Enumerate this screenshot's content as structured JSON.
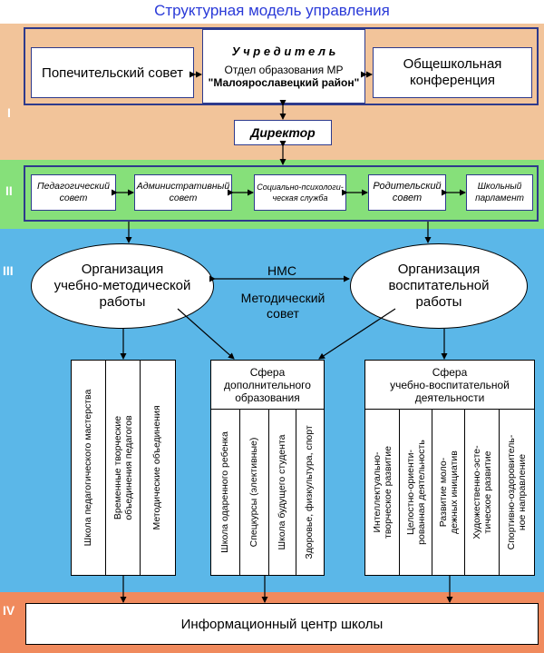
{
  "title": "Структурная модель управления",
  "levels": [
    "I",
    "II",
    "III",
    "IV"
  ],
  "level1": {
    "founder_heading": "У ч р е д и т е л ь",
    "founder_line1": "Отдел образования МР",
    "founder_line2": "\"Малоярославецкий район\"",
    "left_box": "Попечительский совет",
    "right_box": "Общешкольная\nконференция"
  },
  "director": "Директор",
  "level2": {
    "items": [
      "Педагогический\nсовет",
      "Административный\nсовет",
      "Социально-психологи-\nческая служба",
      "Родительский\nсовет",
      "Школьный\nпарламент"
    ]
  },
  "level3": {
    "left_oval": "Организация\nучебно-методической\nработы",
    "right_oval": "Организация\nвоспитательной\nработы",
    "center_top": "НМС",
    "center_bottom": "Методический\nсовет",
    "column1": {
      "items": [
        "Школа педагогического мастерства",
        "Временные творческие\nобъединения педагогов",
        "Методические объединения"
      ]
    },
    "column2": {
      "heading": "Сфера\nдополнительного\nобразования",
      "items": [
        "Школа одаренного ребенка",
        "Спецкурсы (элективные)",
        "Школа будущего студента",
        "Здоровье, физкультура, спорт"
      ]
    },
    "column3": {
      "heading": "Сфера\nучебно-воспитательной\nдеятельности",
      "items": [
        "Интеллектуально-\nтворческое развитие",
        "Целостно-ориенти-\nрованная деятельность",
        "Развитие моло-\nдежных инициатив",
        "Художественно-эсте-\nтическое развитие",
        "Спортивно-оздоровитель-\nное направление"
      ]
    }
  },
  "level4": {
    "info_center": "Информационный центр школы"
  },
  "colors": {
    "band1": "#f2c49a",
    "band2": "#86e07a",
    "band3": "#5bb7e8",
    "band4": "#f08a5d",
    "frame_blue": "#2e3a8c",
    "title_blue": "#2a3ad8"
  }
}
